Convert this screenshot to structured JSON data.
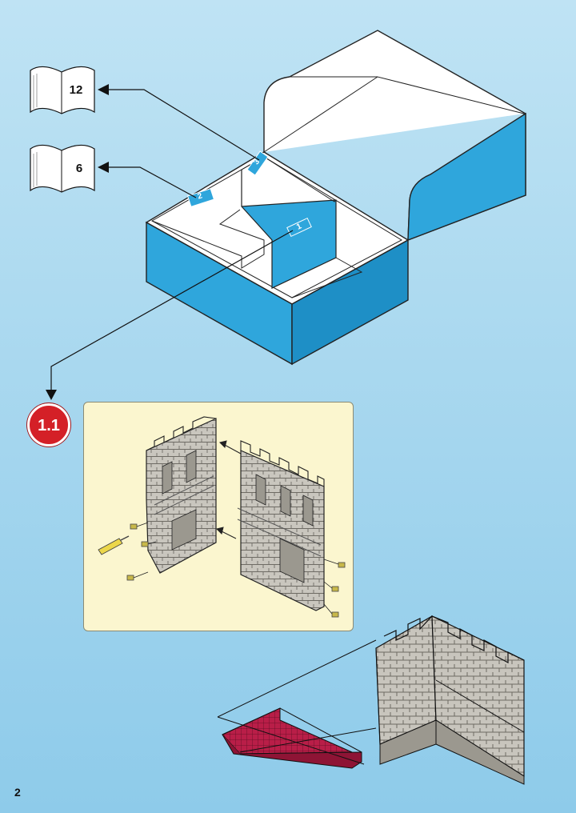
{
  "page": {
    "number": "2"
  },
  "books": [
    {
      "label": "12",
      "icon": "open-book-icon"
    },
    {
      "label": "6",
      "icon": "open-book-icon"
    }
  ],
  "box": {
    "compartments": [
      "1",
      "2",
      "3"
    ],
    "colors": {
      "box_blue": "#2fa6dc",
      "box_inside": "#ffffff"
    }
  },
  "step": {
    "label": "1.1",
    "color": "#d42027"
  },
  "colors": {
    "background": "#a9d8ef",
    "panel": "#fbf6cf",
    "wall_stone": "#c9c6be",
    "floor_tile": "#b81e47"
  }
}
